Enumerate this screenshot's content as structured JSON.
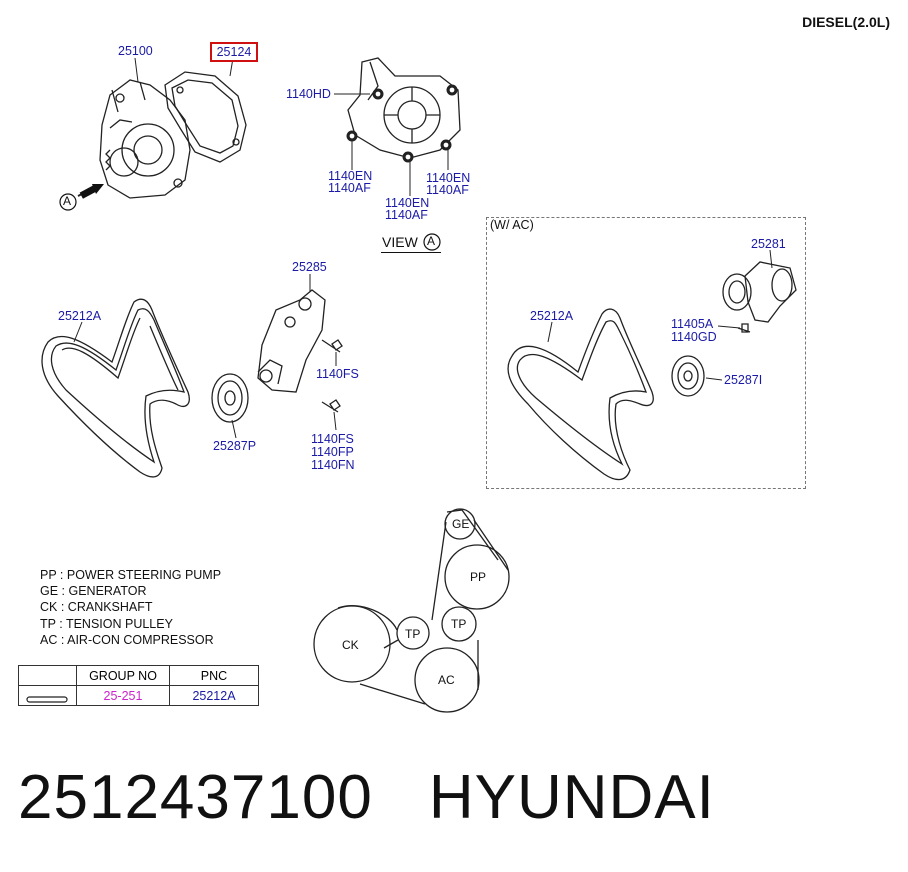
{
  "header": {
    "engine": "DIESEL(2.0L)"
  },
  "parts": {
    "p25100": "25100",
    "p25124": "25124",
    "p1140HD": "1140HD",
    "p1140EN_a": "1140EN",
    "p1140AF_a": "1140AF",
    "p1140EN_b": "1140EN",
    "p1140AF_b": "1140AF",
    "p1140EN_c": "1140EN",
    "p1140AF_c": "1140AF",
    "p25285": "25285",
    "p25212A_left": "25212A",
    "p1140FS_a": "1140FS",
    "p25287P": "25287P",
    "p1140FS_b": "1140FS",
    "p1140FP": "1140FP",
    "p1140FN": "1140FN",
    "p25281": "25281",
    "p25212A_right": "25212A",
    "p11405A": "11405A",
    "p1140GD": "1140GD",
    "p25287I": "25287I"
  },
  "view_label": "VIEW",
  "view_marker": "A",
  "arrow_marker": "A",
  "ac_group_title": "(W/ AC)",
  "pulleys": {
    "ge": "GE",
    "pp": "PP",
    "tp1": "TP",
    "tp2": "TP",
    "ck": "CK",
    "ac": "AC"
  },
  "legend": [
    {
      "code": "PP",
      "desc": "POWER STEERING PUMP"
    },
    {
      "code": "GE",
      "desc": "GENERATOR"
    },
    {
      "code": "CK",
      "desc": "CRANKSHAFT"
    },
    {
      "code": "TP",
      "desc": "TENSION PULLEY"
    },
    {
      "code": "AC",
      "desc": "AIR-CON COMPRESSOR"
    }
  ],
  "table": {
    "headers": [
      "",
      "GROUP NO",
      "PNC"
    ],
    "row": {
      "group_no": "25-251",
      "pnc": "25212A"
    }
  },
  "colors": {
    "label": "#1a1aa6",
    "highlight": "#d01010",
    "group_no": "#cc22cc"
  },
  "footer": {
    "part_number": "2512437100",
    "brand": "HYUNDAI"
  }
}
